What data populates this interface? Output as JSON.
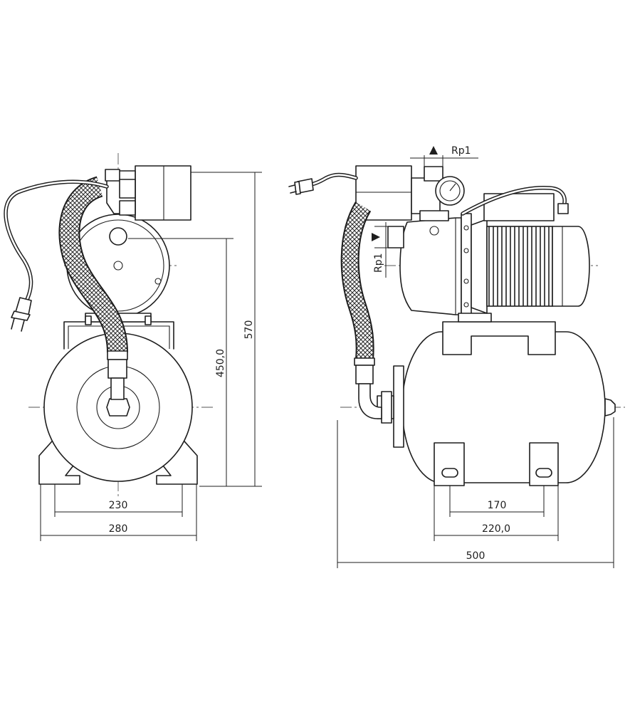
{
  "front_view": {
    "dim_width_feet": "230",
    "dim_width_overall": "280",
    "dim_height_outlet": "450,0",
    "dim_height_overall": "570"
  },
  "side_view": {
    "dim_length_overall": "500",
    "dim_feet_spacing": "170",
    "dim_feet_width": "220,0",
    "thread_outlet": "Rp1",
    "thread_inlet": "Rp1"
  }
}
